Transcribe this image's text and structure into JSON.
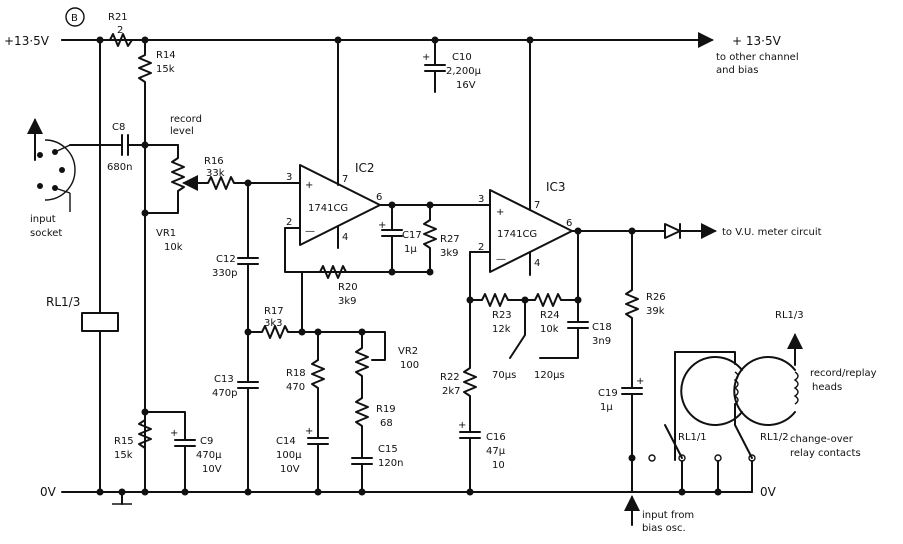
{
  "supply": {
    "left_label": "+13·5V",
    "right_label": "+ 13·5V",
    "right_note_1": "to other channel",
    "right_note_2": "and bias",
    "b_marker": "B"
  },
  "ground": {
    "left_label": "0V",
    "right_label": "0V"
  },
  "input": {
    "label_1": "input",
    "label_2": "socket"
  },
  "record_level": {
    "label_1": "record",
    "label_2": "level"
  },
  "vu": {
    "label": "to V.U. meter circuit"
  },
  "bias": {
    "label_1": "input from",
    "label_2": "bias osc."
  },
  "heads": {
    "label_1": "record/replay",
    "label_2": "heads"
  },
  "relay": {
    "label_1": "change-over",
    "label_2": "relay contacts",
    "rl13_left": "RL1/3",
    "rl13_right": "RL1/3",
    "rl11": "RL1/1",
    "rl12": "RL1/2"
  },
  "ic2": {
    "name": "IC2",
    "part": "1741CG",
    "pin_plus": "3",
    "pin_minus": "2",
    "pin_out": "6",
    "pin_v": "7",
    "pin_g": "4",
    "plus": "+",
    "minus": "—"
  },
  "ic3": {
    "name": "IC3",
    "part": "1741CG",
    "pin_plus": "3",
    "pin_minus": "2",
    "pin_out": "6",
    "pin_v": "7",
    "pin_g": "4",
    "plus": "+",
    "minus": "—"
  },
  "components": {
    "r21": {
      "name": "R21",
      "value": "2"
    },
    "r14": {
      "name": "R14",
      "value": "15k"
    },
    "c8": {
      "name": "C8",
      "value": "680n"
    },
    "r16": {
      "name": "R16",
      "value": "33k"
    },
    "vr1": {
      "name": "VR1",
      "value": "10k"
    },
    "c10": {
      "name": "C10",
      "value": "2,200μ",
      "volt": "16V"
    },
    "c12": {
      "name": "C12",
      "value": "330p"
    },
    "c17": {
      "name": "C17",
      "value": "1μ"
    },
    "r27": {
      "name": "R27",
      "value": "3k9"
    },
    "r20": {
      "name": "R20",
      "value": "3k9"
    },
    "r17": {
      "name": "R17",
      "value": "3k3"
    },
    "vr2": {
      "name": "VR2",
      "value": "100"
    },
    "r18": {
      "name": "R18",
      "value": "470"
    },
    "r19": {
      "name": "R19",
      "value": "68"
    },
    "c13": {
      "name": "C13",
      "value": "470p"
    },
    "c14": {
      "name": "C14",
      "value": "100μ",
      "volt": "10V"
    },
    "c15": {
      "name": "C15",
      "value": "120n"
    },
    "r15": {
      "name": "R15",
      "value": "15k"
    },
    "c9": {
      "name": "C9",
      "value": "470μ",
      "volt": "10V"
    },
    "r23": {
      "name": "R23",
      "value": "12k"
    },
    "r24": {
      "name": "R24",
      "value": "10k"
    },
    "c18": {
      "name": "C18",
      "value": "3n9"
    },
    "t70": {
      "value": "70μs"
    },
    "t120": {
      "value": "120μs"
    },
    "r22": {
      "name": "R22",
      "value": "2k7"
    },
    "c16": {
      "name": "C16",
      "value": "47μ",
      "volt": "10"
    },
    "r26": {
      "name": "R26",
      "value": "39k"
    },
    "c19": {
      "name": "C19",
      "value": "1μ"
    }
  }
}
